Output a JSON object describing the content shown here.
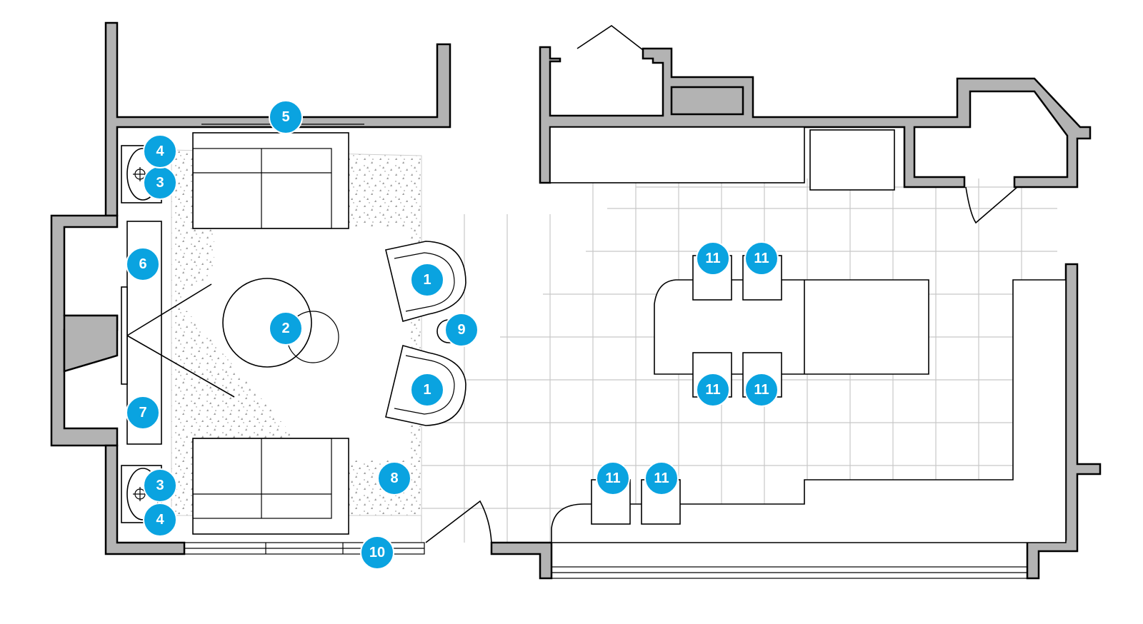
{
  "markers": [
    {
      "id": "armchair-top",
      "label": "1"
    },
    {
      "id": "armchair-bottom",
      "label": "1"
    },
    {
      "id": "coffee-table",
      "label": "2"
    },
    {
      "id": "lamp-top",
      "label": "3"
    },
    {
      "id": "side-table-top",
      "label": "4"
    },
    {
      "id": "lamp-bottom",
      "label": "3"
    },
    {
      "id": "side-table-bottom",
      "label": "4"
    },
    {
      "id": "window-top",
      "label": "5"
    },
    {
      "id": "fireplace-upper",
      "label": "6"
    },
    {
      "id": "fireplace-lower",
      "label": "7"
    },
    {
      "id": "rug",
      "label": "8"
    },
    {
      "id": "accent-table",
      "label": "9"
    },
    {
      "id": "window-bottom",
      "label": "10"
    },
    {
      "id": "stool-1",
      "label": "11"
    },
    {
      "id": "stool-2",
      "label": "11"
    },
    {
      "id": "stool-3",
      "label": "11"
    },
    {
      "id": "stool-4",
      "label": "11"
    },
    {
      "id": "stool-5",
      "label": "11"
    },
    {
      "id": "stool-6",
      "label": "11"
    }
  ],
  "colors": {
    "marker": "#0aa3e0",
    "wall": "#b3b3b3",
    "grid": "#c8c8c8"
  }
}
